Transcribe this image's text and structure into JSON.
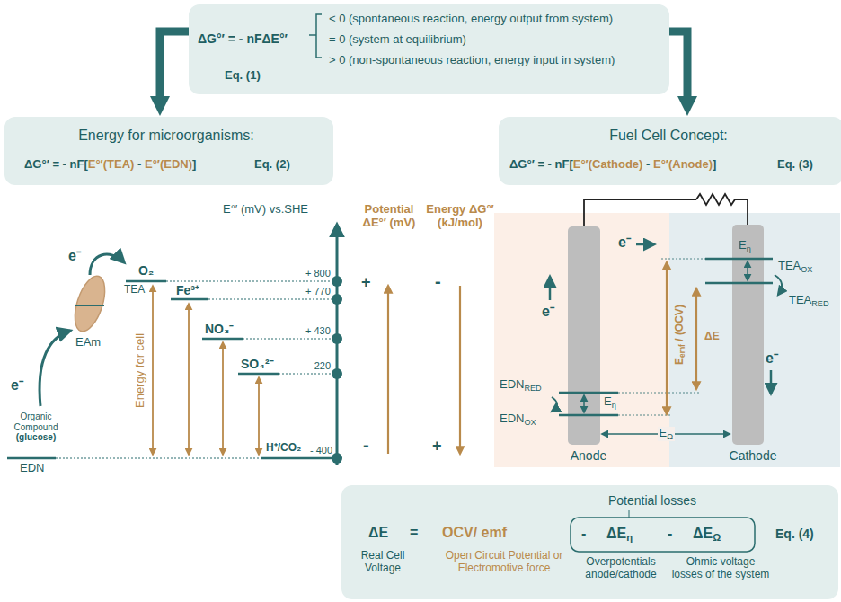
{
  "diagram": {
    "nodes": [
      {
        "text": [
          "ΔG°′ = - nFΔE°′",
          "< 0 (spontaneous reaction, energy output from system)",
          "= 0 (system at equilibrium)",
          "> 0 (non-spontaneous reaction, energy input in system)",
          "Eq. (1)"
        ]
      },
      {
        "text": [
          "Energy for microorganisms:",
          "ΔG°′ = - nF[E°′(TEA) - E°′(EDN)]",
          "Eq. (2)"
        ]
      },
      {
        "text": [
          "Fuel Cell Concept:",
          "ΔG°′ = - nF[E°′(Cathode) - E°′(Anode)]",
          "Eq. (3)"
        ]
      },
      {
        "text": [
          "Anode"
        ]
      },
      {
        "text": [
          "Cathode"
        ]
      },
      {
        "text": [
          "ΔE",
          "=",
          "OCV/ emf",
          "Eq. (4)",
          "Real Cell Voltage",
          "Open Circuit Potential or Electromotive force",
          "Overpotentials anode/cathode",
          "Ohmic voltage losses of the system"
        ]
      },
      {
        "text": [
          "Potential losses",
          "-",
          "ΔEη",
          "-",
          "ΔEΩ"
        ],
        "in": 5
      }
    ],
    "edges": [
      {
        "from": 0,
        "to": 1,
        "arrow": "to"
      },
      {
        "from": 0,
        "to": 2,
        "arrow": "to"
      }
    ],
    "labels": [
      "E°′ (mV) vs.SHE",
      "+ 800",
      "+ 770",
      "+ 430",
      "- 220",
      "- 400",
      "O₂",
      "TEA",
      "Fe³⁺",
      "NO₃⁻",
      "SO₄²⁻",
      "H⁺/CO₂",
      "Energy for cell",
      "EAm",
      "e⁻",
      "e⁻",
      "Organic Compound (glucose)",
      "EDN",
      "Potential ΔE°′ (mV)",
      "+",
      "-",
      "Energy ΔG°′ (kJ/mol)",
      "-",
      "+",
      "e⁻",
      "e⁻",
      "e⁻",
      "EDNRED",
      "EDNOX",
      "Eη",
      "Eη",
      "TEAOX",
      "TEARED",
      "Eemf / (OCV)",
      "ΔE",
      "EΩ"
    ]
  }
}
